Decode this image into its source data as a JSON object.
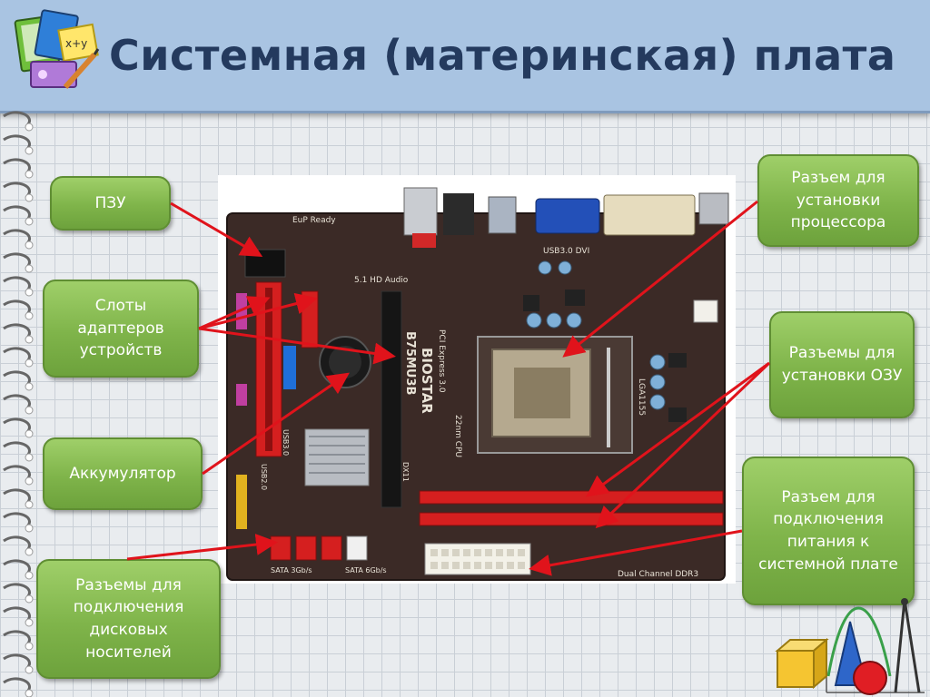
{
  "slide": {
    "title": "Системная (материнская) плата"
  },
  "callouts": {
    "rom": "ПЗУ",
    "expansion_slots": "Слоты адаптеров устройств",
    "battery": "Аккумулятор",
    "disk_connectors": "Разъемы для подключения дисковых носителей",
    "cpu_socket": "Разъем для установки процессора",
    "ram_slots": "Разъемы для установки ОЗУ",
    "power_connector": "Разъем для подключения питания к системной плате"
  },
  "board_labels": {
    "brand": "BIOSTAR",
    "model": "B75MU3B",
    "pcie": "PCI Express 3.0",
    "cpu": "22nm CPU",
    "socket": "LGA1155",
    "audio": "5.1 HD Audio",
    "eup": "EuP Ready",
    "usb3": "USB3.0",
    "usb2": "USB2.0",
    "sata3": "SATA 3Gb/s",
    "sata6": "SATA 6Gb/s",
    "ddr": "Dual Channel DDR3",
    "dvi": "DVI",
    "dx": "DX11",
    "usb3dvi": "USB3.0   DVI"
  },
  "colors": {
    "callout_green": "#7fb44a",
    "arrow_red": "#e0131b",
    "header_blue": "#a9c4e2",
    "title_navy": "#243a5e"
  }
}
